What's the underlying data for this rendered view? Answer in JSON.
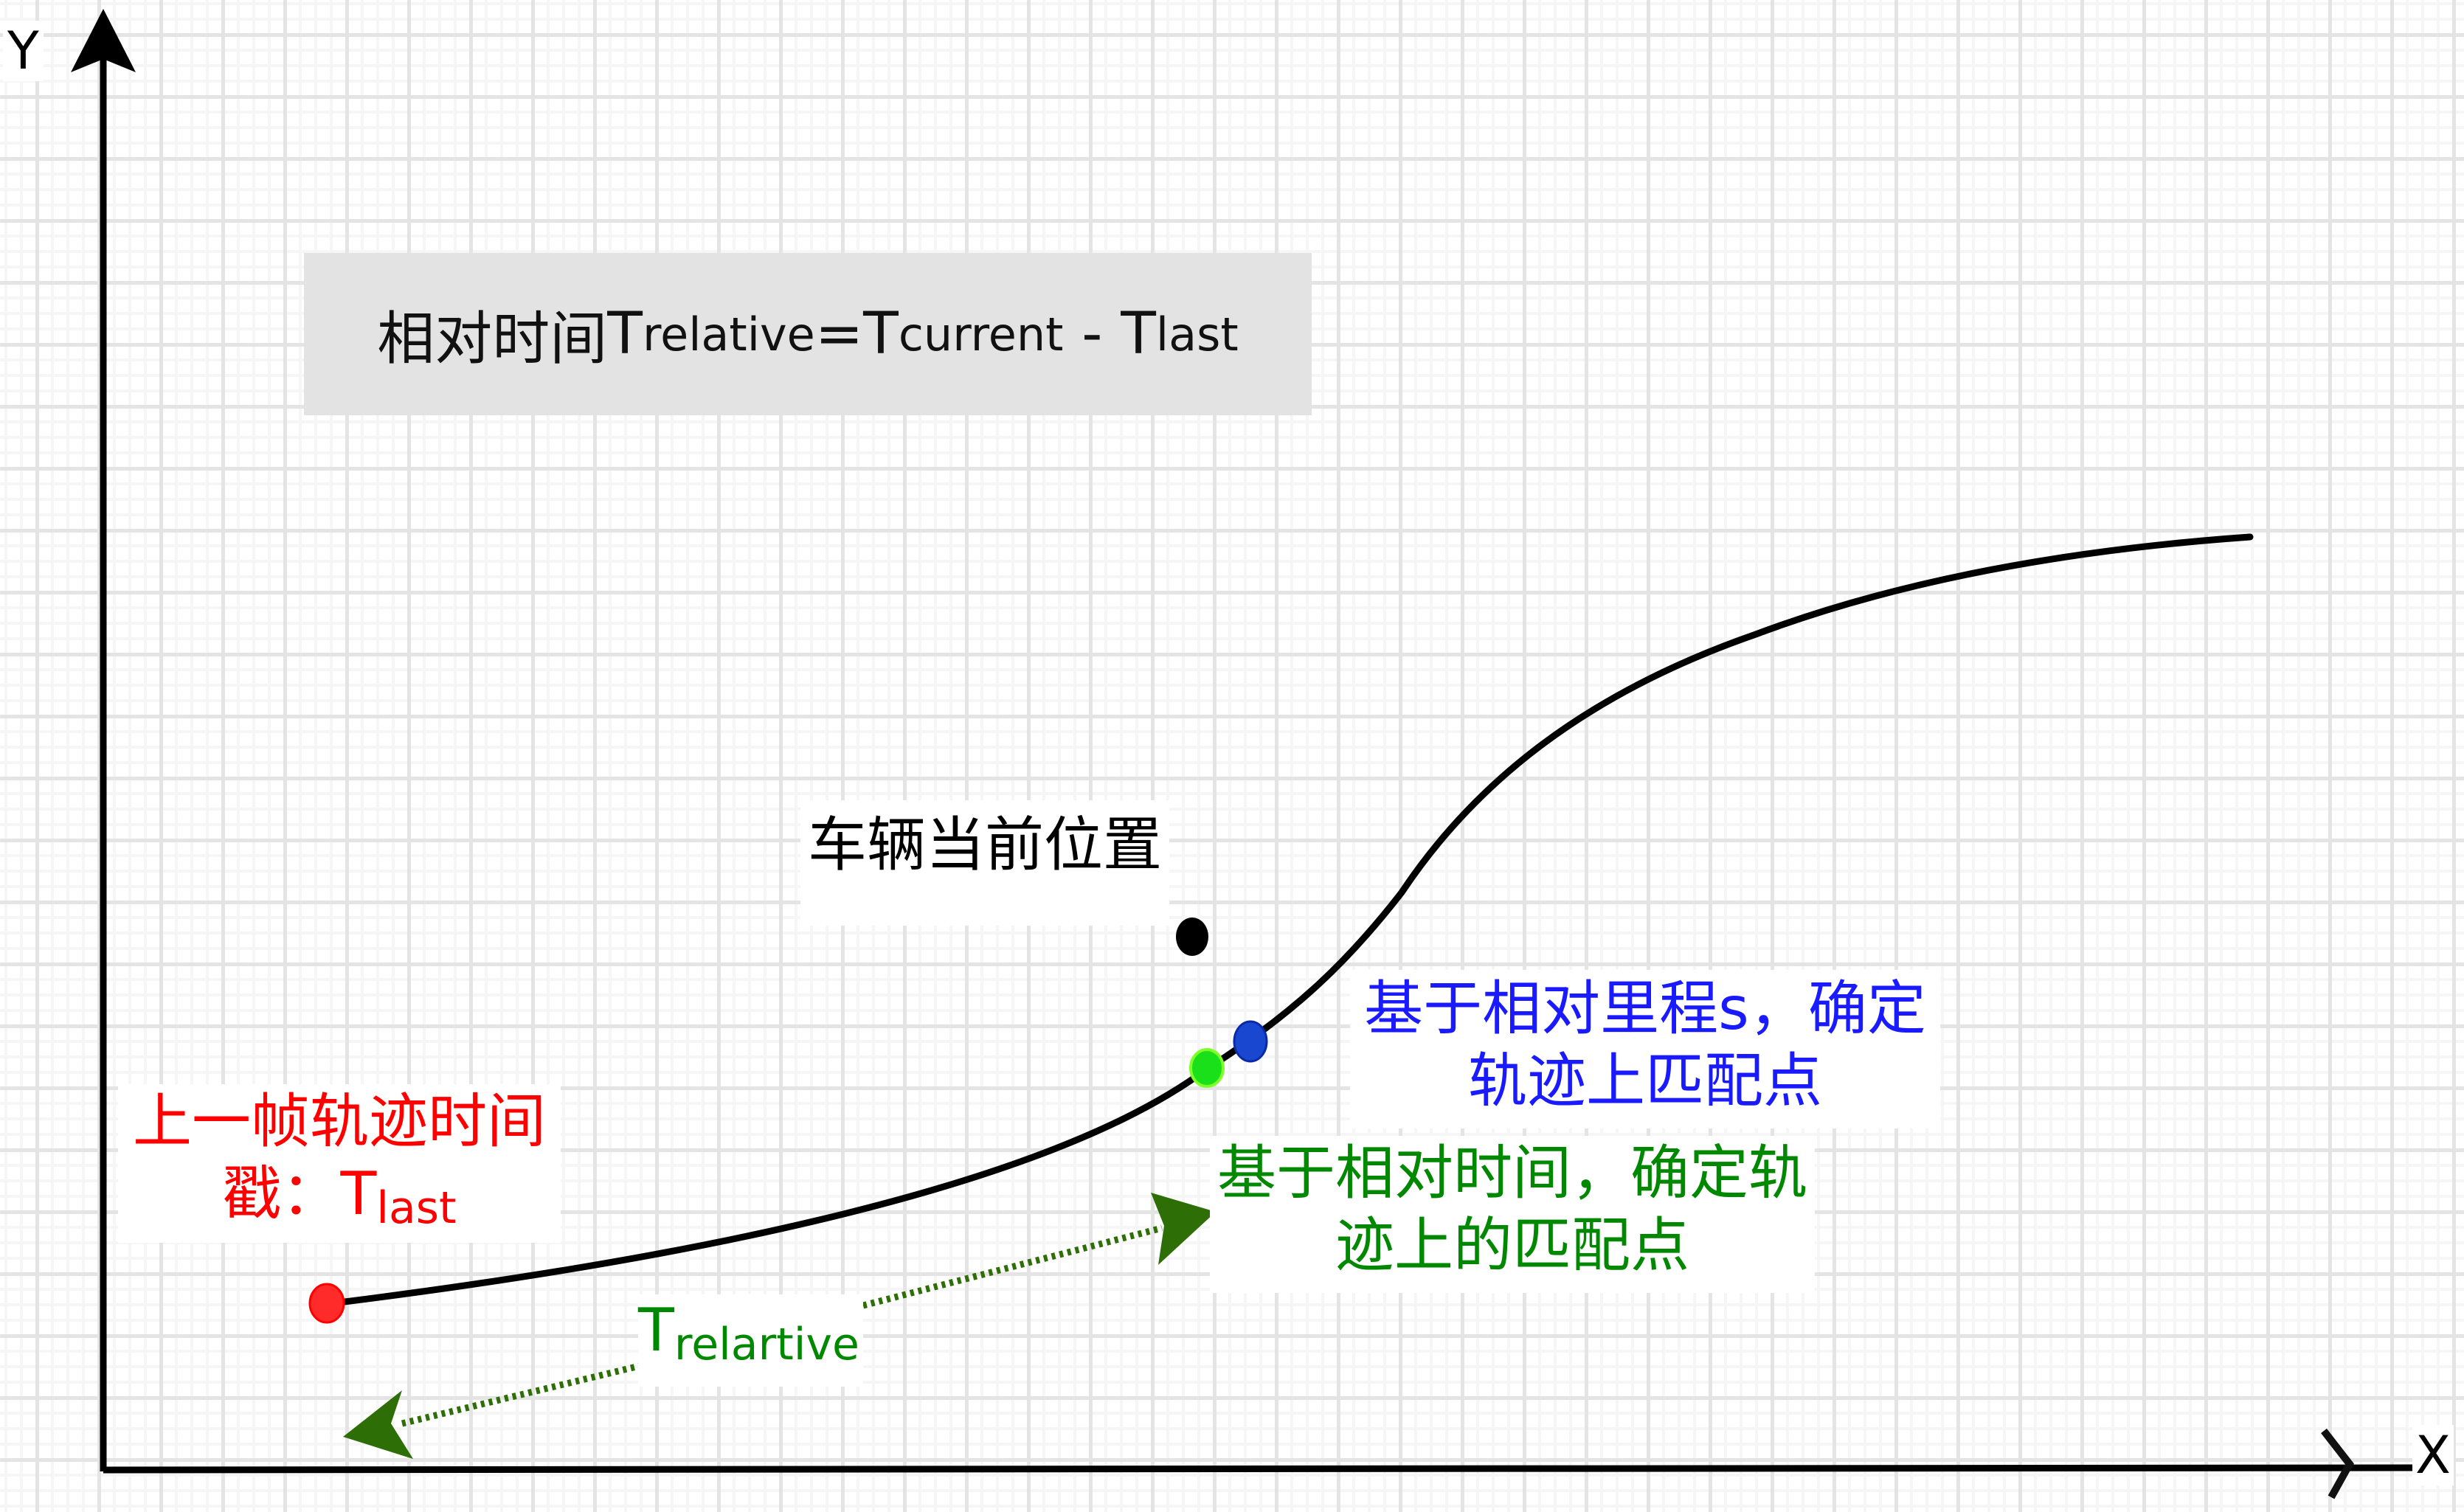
{
  "axes": {
    "y_label": "Y",
    "x_label": "X"
  },
  "formula": {
    "prefix": "相对时间",
    "t1": "T",
    "t1_sub": "relative",
    "eq": "=",
    "t2": "T",
    "t2_sub": "current",
    "minus": " - ",
    "t3": "T",
    "t3_sub": "last"
  },
  "vehicle_label": "车辆当前位置",
  "last_frame_label": {
    "line1": "上一帧轨迹时间",
    "line2_prefix": "戳：",
    "t": "T",
    "t_sub": "last"
  },
  "distance_match_label": {
    "line1": "基于相对里程s，确定",
    "line2": "轨迹上匹配点"
  },
  "time_match_label": {
    "line1": "基于相对时间，确定轨",
    "line2": "迹上的匹配点"
  },
  "relative_span_label": {
    "t": "T",
    "t_sub": "relartive"
  },
  "colors": {
    "trajectory": "#000000",
    "last_point": "#ff2020",
    "time_match_point": "#22dd22",
    "distance_match_point": "#1a3fd6",
    "vehicle_point": "#000000",
    "red_text": "#ff0000",
    "blue_text": "#1a1aff",
    "green_text": "#008800",
    "arrow_green": "#2e6e06",
    "formula_bg": "#e3e3e3"
  }
}
